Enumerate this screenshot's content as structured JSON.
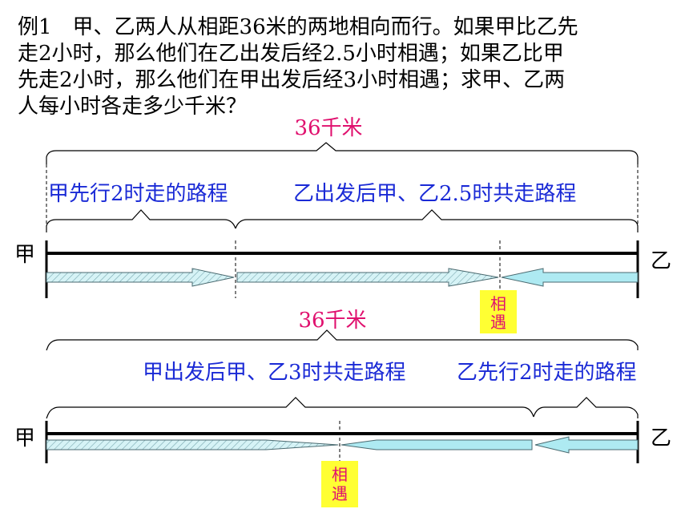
{
  "problem": {
    "lines": [
      "例1　甲、乙两人从相距36米的两地相向而行。如果甲比乙先",
      "走2小时，那么他们在乙出发后经2.5小时相遇；如果乙比甲",
      "先走2小时，那么他们在甲出发后经3小时相遇；求甲、乙两",
      "人每小时各走多少千米？"
    ]
  },
  "diagram1": {
    "total_label": "36千米",
    "left_segment_label": "甲先行2时走的路程",
    "right_segment_label": "乙出发后甲、乙2.5时共走路程",
    "left_end_label": "甲",
    "right_end_label": "乙",
    "meet_label": [
      "相",
      "遇"
    ]
  },
  "diagram2": {
    "total_label": "36千米",
    "left_segment_label": "甲出发后甲、乙3时共走路程",
    "right_segment_label": "乙先行2时走的路程",
    "left_end_label": "甲",
    "right_end_label": "乙",
    "meet_label": [
      "相",
      "遇"
    ]
  },
  "colors": {
    "total_label": "#e0106e",
    "segment_label": "#1a2ad6",
    "meet_box": "#ffff33",
    "meet_text": "#e0106e",
    "arrow_fill": "#c8f0f4",
    "arrow_fill_strong": "#aeeaf2",
    "line": "#000000"
  }
}
